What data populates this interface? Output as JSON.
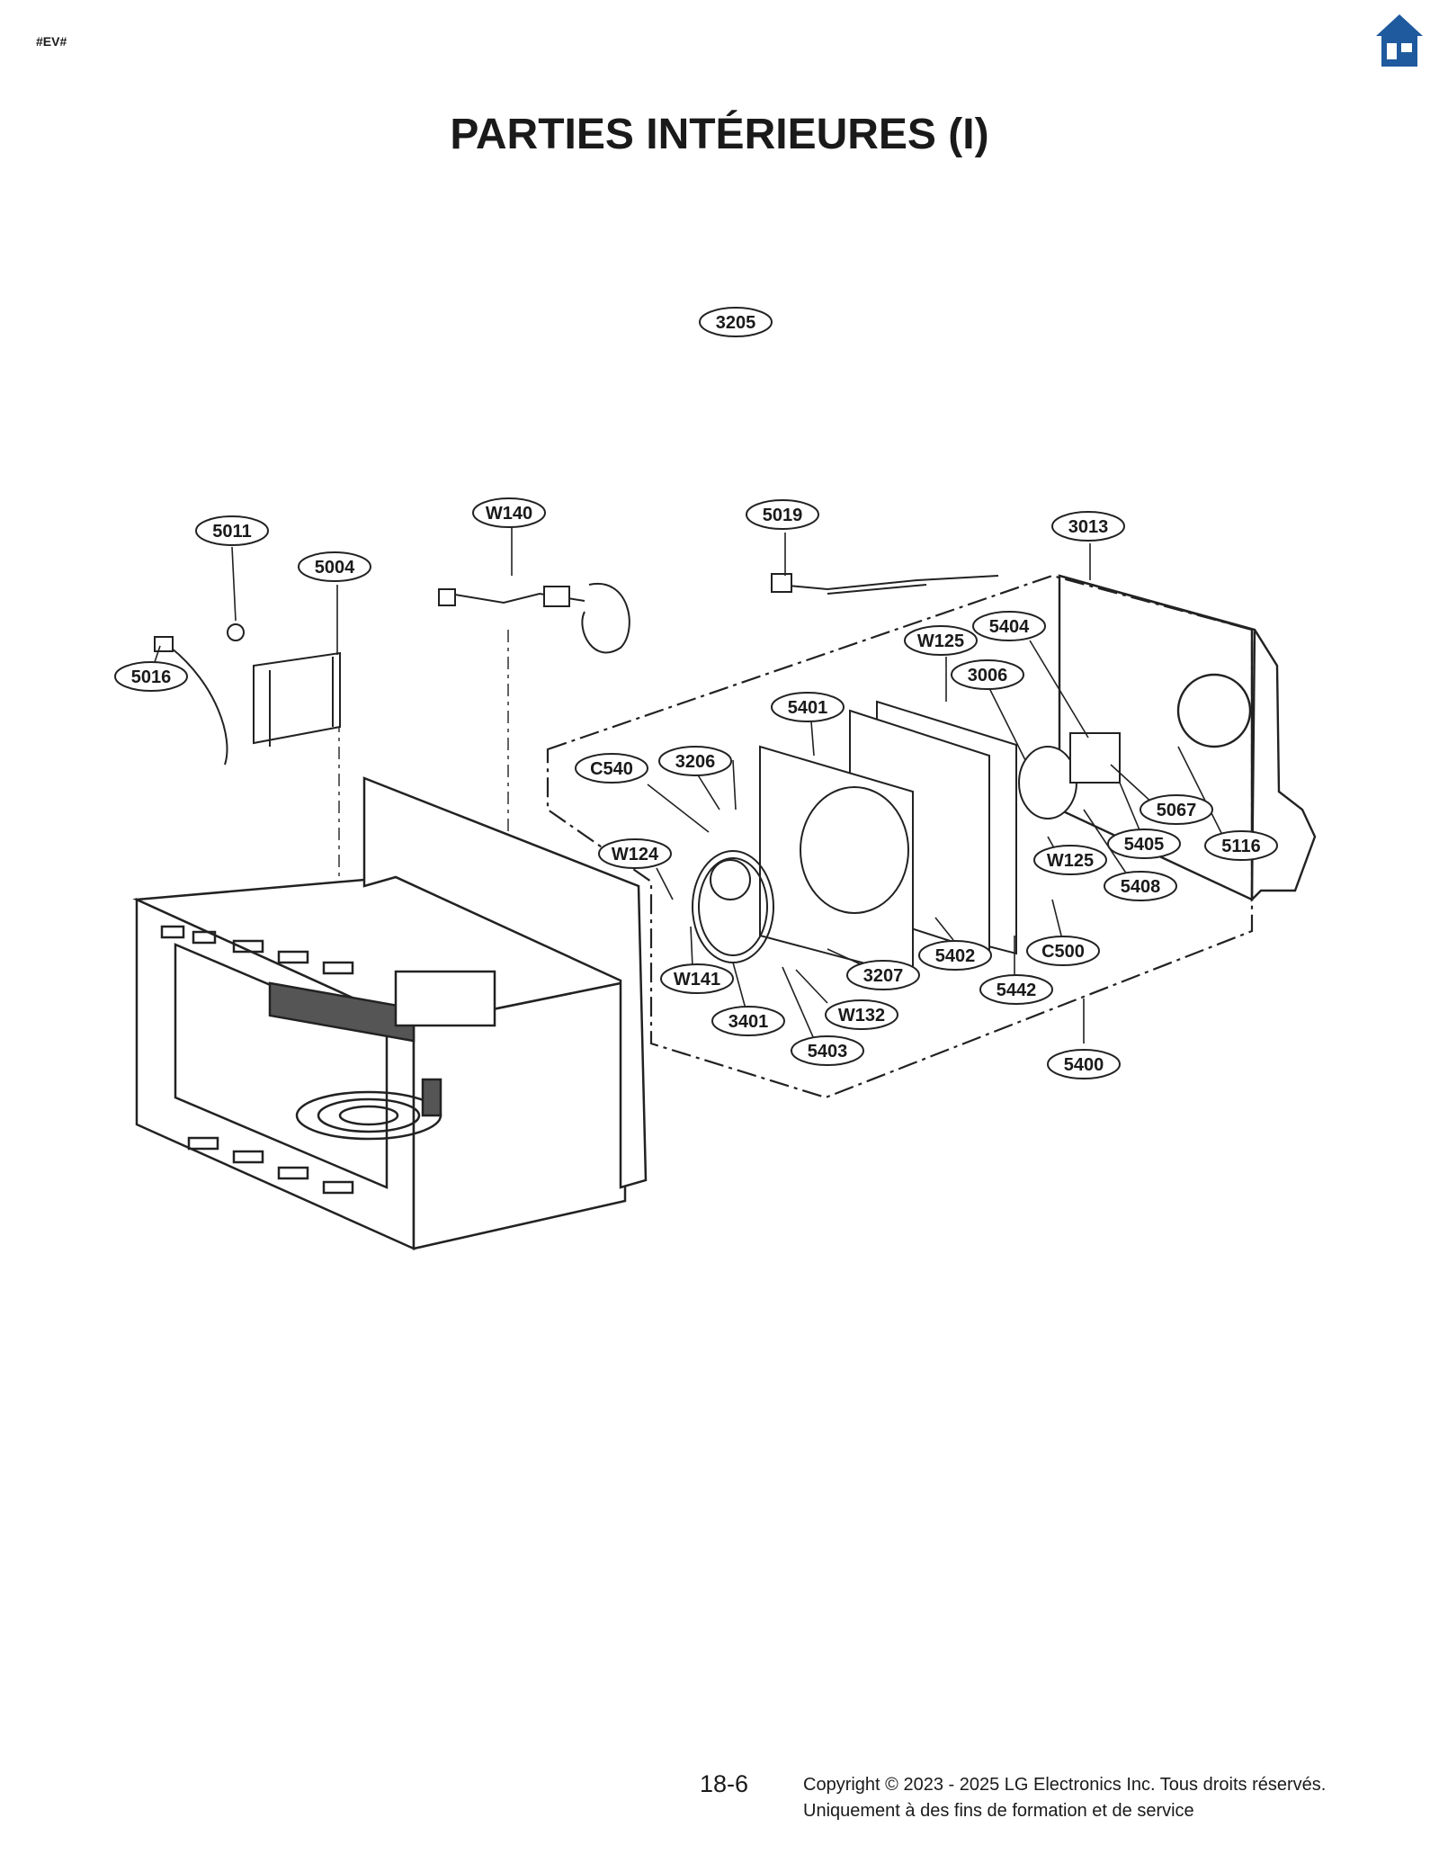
{
  "header": {
    "tag": "#EV#",
    "title": "PARTIES INTÉRIEURES (I)",
    "home_icon": "home-icon",
    "home_color": "#1f5a9e"
  },
  "callouts": [
    {
      "id": "c-5011",
      "label": "5011"
    },
    {
      "id": "c-5004",
      "label": "5004"
    },
    {
      "id": "c-5016",
      "label": "5016"
    },
    {
      "id": "c-w140",
      "label": "W140"
    },
    {
      "id": "c-5019",
      "label": "5019"
    },
    {
      "id": "c-3013",
      "label": "3013"
    },
    {
      "id": "c-5404",
      "label": "5404"
    },
    {
      "id": "c-w125a",
      "label": "W125"
    },
    {
      "id": "c-3006",
      "label": "3006"
    },
    {
      "id": "c-5401",
      "label": "5401"
    },
    {
      "id": "c-3205",
      "label": "3205"
    },
    {
      "id": "c-3206",
      "label": "3206"
    },
    {
      "id": "c-c540",
      "label": "C540"
    },
    {
      "id": "c-w124",
      "label": "W124"
    },
    {
      "id": "c-5067",
      "label": "5067"
    },
    {
      "id": "c-5405",
      "label": "5405"
    },
    {
      "id": "c-5116",
      "label": "5116"
    },
    {
      "id": "c-w125b",
      "label": "W125"
    },
    {
      "id": "c-5408",
      "label": "5408"
    },
    {
      "id": "c-c500",
      "label": "C500"
    },
    {
      "id": "c-5402",
      "label": "5402"
    },
    {
      "id": "c-5442",
      "label": "5442"
    },
    {
      "id": "c-3207",
      "label": "3207"
    },
    {
      "id": "c-w141",
      "label": "W141"
    },
    {
      "id": "c-w132",
      "label": "W132"
    },
    {
      "id": "c-3401",
      "label": "3401"
    },
    {
      "id": "c-5403",
      "label": "5403"
    },
    {
      "id": "c-5400",
      "label": "5400"
    }
  ],
  "footer": {
    "page_number": "18-6",
    "copyright": "Copyright © 2023 - 2025 LG Electronics Inc. Tous droits réservés.",
    "note": "Uniquement à des fins de formation et de service"
  }
}
